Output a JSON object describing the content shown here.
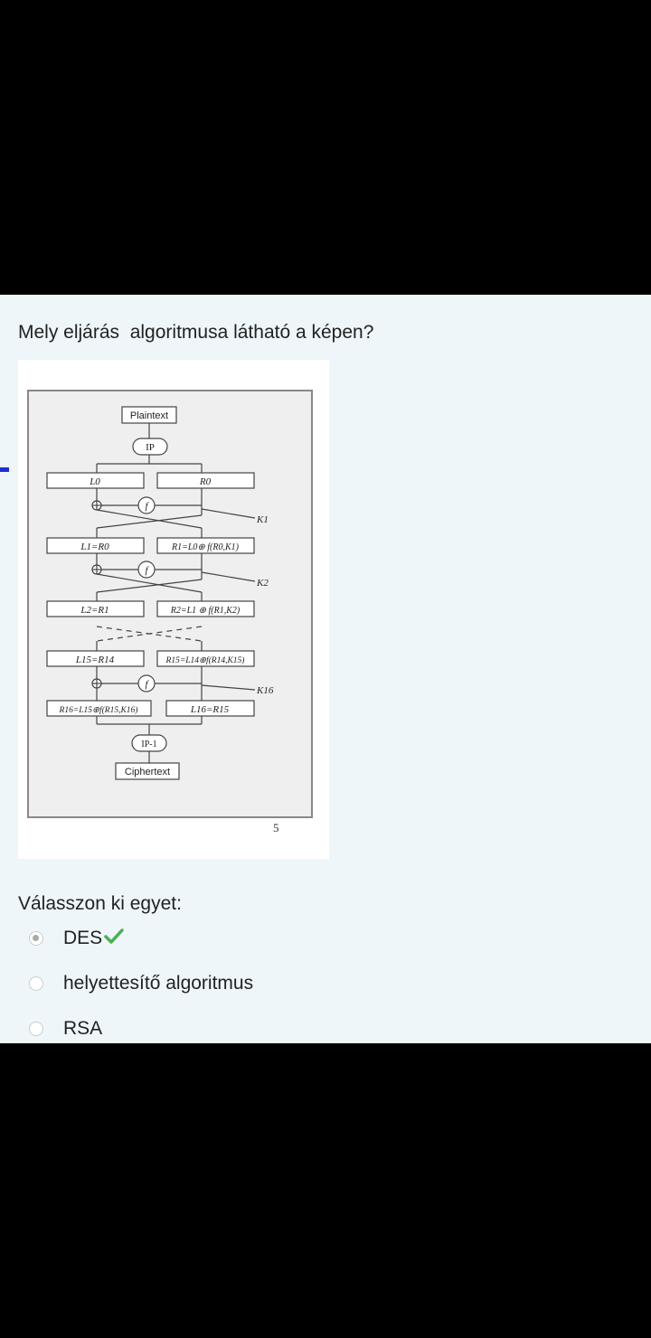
{
  "question": {
    "text": "Mely eljárás  algoritmusa látható a képen?"
  },
  "figure": {
    "page_number": "5",
    "labels": {
      "plaintext": "Plaintext",
      "ip": "IP",
      "l0": "L0",
      "r0": "R0",
      "k1": "K1",
      "l1": "L1=R0",
      "r1": "R1=L0⊕ f(R0,K1)",
      "k2": "K2",
      "l2": "L2=R1",
      "r2": "R2=L1 ⊕ f(R1,K2)",
      "l15": "L15=R14",
      "r15": "R15=L14⊕f(R14,K15)",
      "k16": "K16",
      "r16": "R16=L15⊕f(R15,K16)",
      "l16": "L16=R15",
      "ip_inv": "IP-1",
      "ciphertext": "Ciphertext",
      "f": "f"
    }
  },
  "answers": {
    "prompt": "Válasszon ki egyet:",
    "options": [
      {
        "label": "DES",
        "selected": true,
        "correct": true
      },
      {
        "label": "helyettesítő algoritmus",
        "selected": false
      },
      {
        "label": "RSA",
        "selected": false
      }
    ],
    "check_color": "#4caf50"
  },
  "colors": {
    "background": "#eef6fa",
    "marker": "#1a2fd0"
  }
}
